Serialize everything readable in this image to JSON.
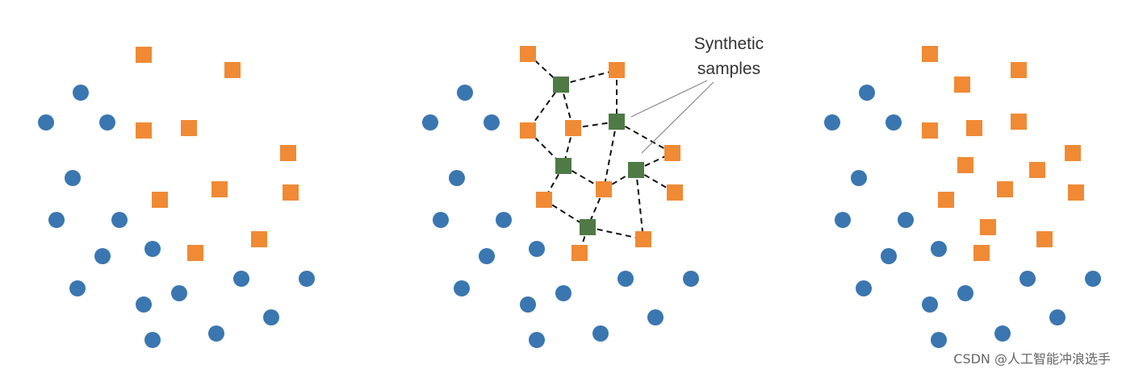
{
  "callout": {
    "line1": "Synthetic",
    "line2": "samples"
  },
  "watermark": "CSDN @人工智能冲浪选手",
  "colors": {
    "majority": "#3a76b0",
    "minority": "#f08a35",
    "synthetic": "#4f7a45",
    "edge": "#111111",
    "leader": "#888888"
  }
}
